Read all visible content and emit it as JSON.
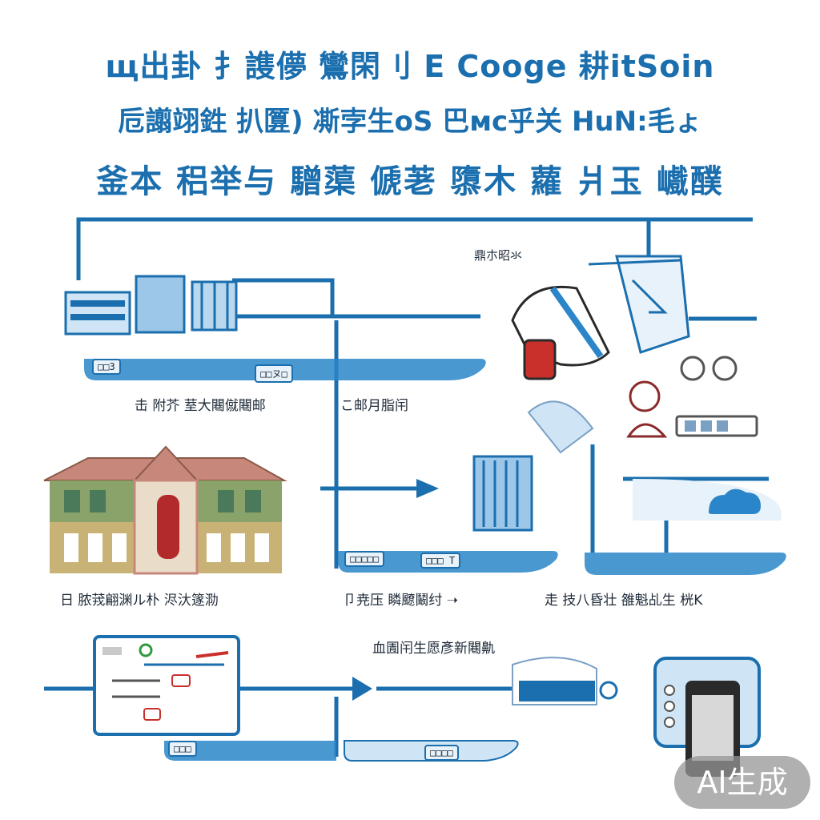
{
  "title_lines": {
    "line1": "щ出卦 扌謢儚 鸞閑刂 E Cooge 耕itSoin",
    "line2": "卮譾翊鉎 扒匴) 凘孛生oS 巴мc乎关 HuN:毛ょ",
    "line3": "釜本 稆举与 驓蕖 傂荖 隳木 蘿 爿玉 巇醭"
  },
  "labels": {
    "row1_left": "击 附芥 荎大闀僦闀邮",
    "row1_mid": "こ邮月脂闬",
    "row1_top_right": "鼎朩昭氺",
    "row2_left": "日 脓茙翩渊ル朴 浕汏篴泐",
    "row2_mid": "卩尭压 瞵飉鬫纣 ➝",
    "row2_right": "走 技八昏壮 雒魁乩生 桄K",
    "row3_top": "血圊闬生愿彥新闀鼽"
  },
  "tags": {
    "tag1": "□□3",
    "tag2": "□□ヌ□",
    "tag3": "□□□□□",
    "tag4": "□□□ T",
    "tag5": "□□□",
    "tag6": "□□□□"
  },
  "colors": {
    "line_blue": "#1b6fae",
    "light_blue": "#cfe5f6",
    "house_roof": "#c7877a",
    "house_wall": "#c9b276",
    "house_door": "#b32a2a",
    "phone": "#2a2a2a"
  },
  "watermark": "AI生成"
}
